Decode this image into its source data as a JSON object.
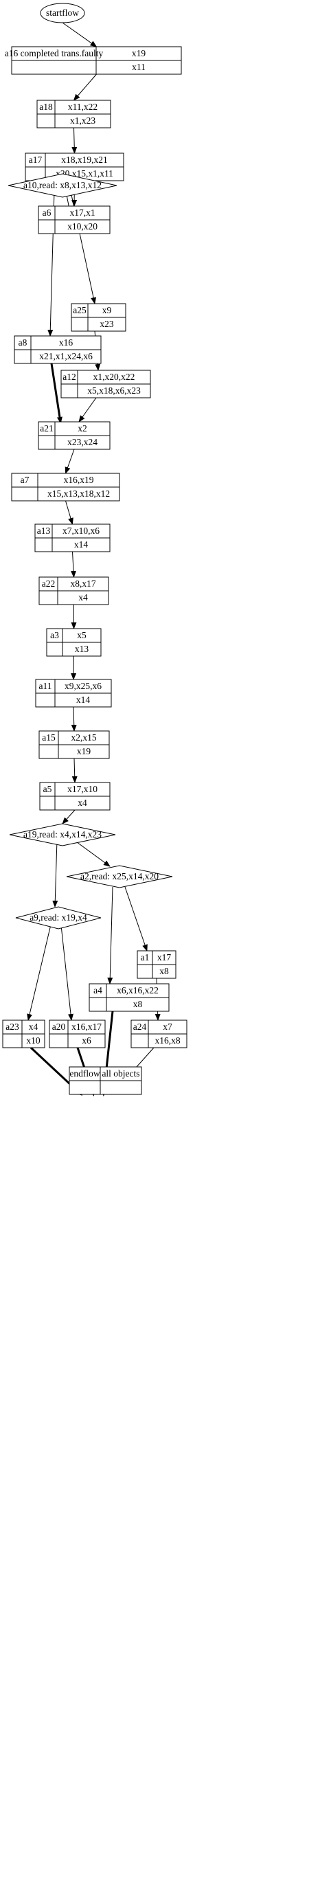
{
  "start": {
    "label": "startflow"
  },
  "nodes": [
    {
      "id": "a16",
      "name": "a16 completed trans.faulty",
      "top": "x19",
      "bottom": "x11"
    },
    {
      "id": "a18",
      "name": "a18",
      "top": "x11,x22",
      "bottom": "x1,x23"
    },
    {
      "id": "a17",
      "name": "a17",
      "top": "x18,x19,x21",
      "bottom": "x20,x15,x1,x11"
    },
    {
      "id": "a6",
      "name": "a6",
      "top": "x17,x1",
      "bottom": "x10,x20"
    },
    {
      "id": "a25",
      "name": "a25",
      "top": "x9",
      "bottom": "x23"
    },
    {
      "id": "a8",
      "name": "a8",
      "top": "x16",
      "bottom": "x21,x1,x24,x6"
    },
    {
      "id": "a12",
      "name": "a12",
      "top": "x1,x20,x22",
      "bottom": "x5,x18,x6,x23"
    },
    {
      "id": "a21",
      "name": "a21",
      "top": "x2",
      "bottom": "x23,x24"
    },
    {
      "id": "a7",
      "name": "a7",
      "top": "x16,x19",
      "bottom": "x15,x13,x18,x12"
    },
    {
      "id": "a13",
      "name": "a13",
      "top": "x7,x10,x6",
      "bottom": "x14"
    },
    {
      "id": "a22",
      "name": "a22",
      "top": "x8,x17",
      "bottom": "x4"
    },
    {
      "id": "a3",
      "name": "a3",
      "top": "x5",
      "bottom": "x13"
    },
    {
      "id": "a11",
      "name": "a11",
      "top": "x9,x25,x6",
      "bottom": "x14"
    },
    {
      "id": "a15",
      "name": "a15",
      "top": "x2,x15",
      "bottom": "x19"
    },
    {
      "id": "a5",
      "name": "a5",
      "top": "x17,x10",
      "bottom": "x4"
    },
    {
      "id": "a1",
      "name": "a1",
      "top": "x17",
      "bottom": "x8"
    },
    {
      "id": "a4",
      "name": "a4",
      "top": "x6,x16,x22",
      "bottom": "x8"
    },
    {
      "id": "a23",
      "name": "a23",
      "top": "x4",
      "bottom": "x10"
    },
    {
      "id": "a20",
      "name": "a20",
      "top": "x16,x17",
      "bottom": "x6"
    },
    {
      "id": "a24",
      "name": "a24",
      "top": "x7",
      "bottom": "x16,x8"
    },
    {
      "id": "end",
      "name": "endflow",
      "top": "all objects",
      "bottom": ""
    }
  ],
  "decisions": [
    {
      "id": "d10",
      "label": "a10,read: x8,x13,x12"
    },
    {
      "id": "d19",
      "label": "a19,read: x4,x14,x23"
    },
    {
      "id": "d2",
      "label": "a2,read: x25,x14,x20"
    },
    {
      "id": "d9",
      "label": "a9,read: x19,x4"
    }
  ],
  "edges": [
    {
      "from": "start",
      "to": "a16",
      "bold": false
    },
    {
      "from": "a16",
      "to": "a18",
      "bold": false
    },
    {
      "from": "a18",
      "to": "a17",
      "bold": false
    },
    {
      "from": "a17",
      "to": "a6",
      "bold": false
    },
    {
      "from": "a6",
      "to": "d10",
      "bold": false
    },
    {
      "from": "d10",
      "to": "a8",
      "bold": false
    },
    {
      "from": "d10",
      "to": "a25",
      "bold": false
    },
    {
      "from": "a25",
      "to": "a12",
      "bold": false
    },
    {
      "from": "a8",
      "to": "a21",
      "bold": true
    },
    {
      "from": "a12",
      "to": "a21",
      "bold": false
    },
    {
      "from": "a21",
      "to": "a7",
      "bold": false
    },
    {
      "from": "a7",
      "to": "a13",
      "bold": false
    },
    {
      "from": "a13",
      "to": "a22",
      "bold": false
    },
    {
      "from": "a22",
      "to": "a3",
      "bold": false
    },
    {
      "from": "a3",
      "to": "a11",
      "bold": false
    },
    {
      "from": "a11",
      "to": "a15",
      "bold": false
    },
    {
      "from": "a15",
      "to": "a5",
      "bold": false
    },
    {
      "from": "a5",
      "to": "d19",
      "bold": false
    },
    {
      "from": "d19",
      "to": "d9",
      "bold": false
    },
    {
      "from": "d19",
      "to": "d2",
      "bold": false
    },
    {
      "from": "d2",
      "to": "a4",
      "bold": false
    },
    {
      "from": "d2",
      "to": "a1",
      "bold": false
    },
    {
      "from": "a1",
      "to": "a24",
      "bold": false
    },
    {
      "from": "d9",
      "to": "a23",
      "bold": false
    },
    {
      "from": "d9",
      "to": "a20",
      "bold": false
    },
    {
      "from": "a23",
      "to": "end",
      "bold": true
    },
    {
      "from": "a20",
      "to": "end",
      "bold": true
    },
    {
      "from": "a4",
      "to": "end",
      "bold": true
    },
    {
      "from": "a24",
      "to": "end",
      "bold": false
    }
  ]
}
